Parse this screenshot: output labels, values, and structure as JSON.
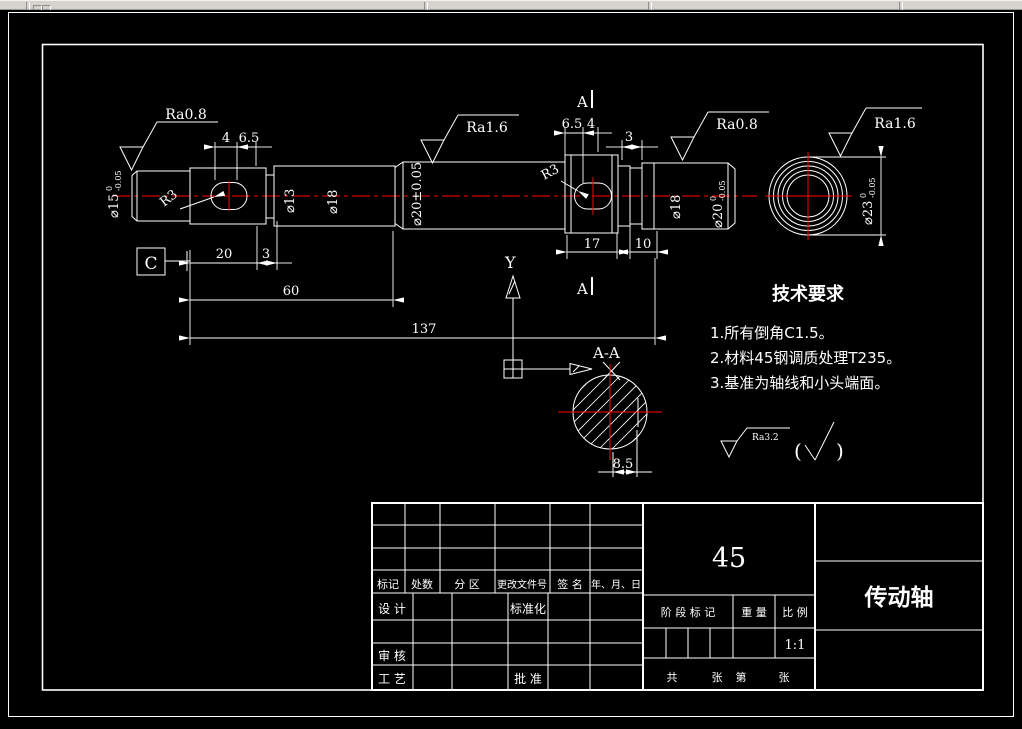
{
  "drawing": {
    "colors": {
      "background": "#000000",
      "line": "#ffffff",
      "centerline": "#ff0000"
    },
    "front_view": {
      "roughness_left": "Ra0.8",
      "roughness_mid": "Ra1.6",
      "roughness_right": "Ra0.8",
      "dim_slot_left_a": "4",
      "dim_slot_left_b": "6.5",
      "dim_slot_right_a": "6.5",
      "dim_slot_right_b": "4",
      "dim_neck_right": "3",
      "dim_len_20": "20",
      "dim_len_3": "3",
      "dim_len_60": "60",
      "dim_len_137": "137",
      "dim_len_17": "17",
      "dim_len_10": "10",
      "dia15_main": "⌀15",
      "dia15_sup": "0",
      "dia15_sub": "-0.05",
      "dia13": "⌀13",
      "dia18_left": "⌀18",
      "dia20_mid": "⌀20±0.05",
      "r3_left": "R3",
      "r3_right": "R3",
      "dia18_right": "⌀18",
      "dia20_right_main": "⌀20",
      "dia20_right_sup": "0",
      "dia20_right_sub": "-0.05",
      "datum_label": "C",
      "section_mark": "A",
      "ucs_y_label": "Y"
    },
    "end_view": {
      "roughness": "Ra1.6",
      "dia_main": "⌀23",
      "dia_sup": "0",
      "dia_sub": "-0.05"
    },
    "section_view": {
      "label": "A-A",
      "dim": "8.5"
    },
    "tech_requirements": {
      "title": "技术要求",
      "items": [
        "1.所有倒角C1.5。",
        "2.材料45钢调质处理T235。",
        "3.基准为轴线和小头端面。"
      ],
      "finish_value": "Ra3.2",
      "paren_open": "(",
      "paren_close": ")"
    }
  },
  "title_block": {
    "revision_headers": [
      "标记",
      "处数",
      "分 区",
      "更改文件号",
      "签 名",
      "年、月、日"
    ],
    "roles": {
      "design": "设 计",
      "standardize": "标准化",
      "check": "审 核",
      "process": "工 艺",
      "approve": "批 准"
    },
    "stage_label": "阶 段 标 记",
    "weight_label": "重 量",
    "scale_label": "比 例",
    "material": "45",
    "scale_value": "1:1",
    "part_name": "传动轴",
    "sheet": {
      "total_label": "共",
      "unit1": "张",
      "index_label": "第",
      "unit2": "张"
    }
  }
}
